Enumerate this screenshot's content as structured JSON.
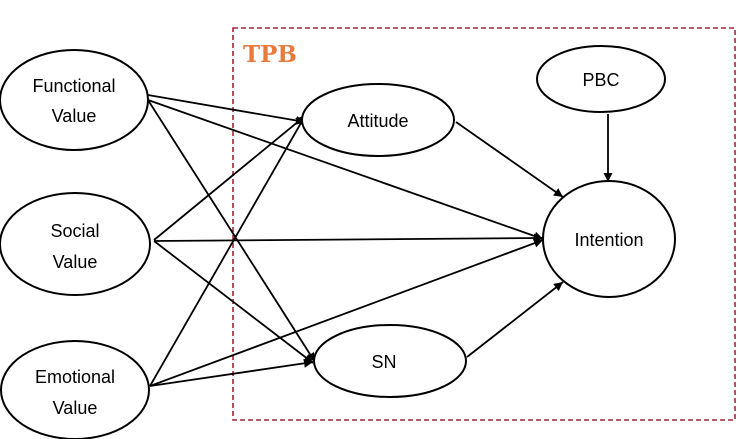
{
  "tpb_box": {
    "label": "TPB",
    "border_color": "#a0283a",
    "label_color": "#e87a3c"
  },
  "nodes": {
    "functional_value": {
      "line1": "Functional",
      "line2": "Value"
    },
    "social_value": {
      "line1": "Social",
      "line2": "Value"
    },
    "emotional_value": {
      "line1": "Emotional",
      "line2": "Value"
    },
    "attitude": {
      "label": "Attitude"
    },
    "sn": {
      "label": "SN"
    },
    "pbc": {
      "label": "PBC"
    },
    "intention": {
      "label": "Intention"
    }
  },
  "edges": [
    {
      "from": "functional_value",
      "to": "attitude"
    },
    {
      "from": "functional_value",
      "to": "intention"
    },
    {
      "from": "functional_value",
      "to": "sn"
    },
    {
      "from": "social_value",
      "to": "attitude"
    },
    {
      "from": "social_value",
      "to": "intention"
    },
    {
      "from": "social_value",
      "to": "sn"
    },
    {
      "from": "emotional_value",
      "to": "attitude"
    },
    {
      "from": "emotional_value",
      "to": "intention"
    },
    {
      "from": "emotional_value",
      "to": "sn"
    },
    {
      "from": "attitude",
      "to": "intention"
    },
    {
      "from": "sn",
      "to": "intention"
    },
    {
      "from": "pbc",
      "to": "intention"
    }
  ]
}
